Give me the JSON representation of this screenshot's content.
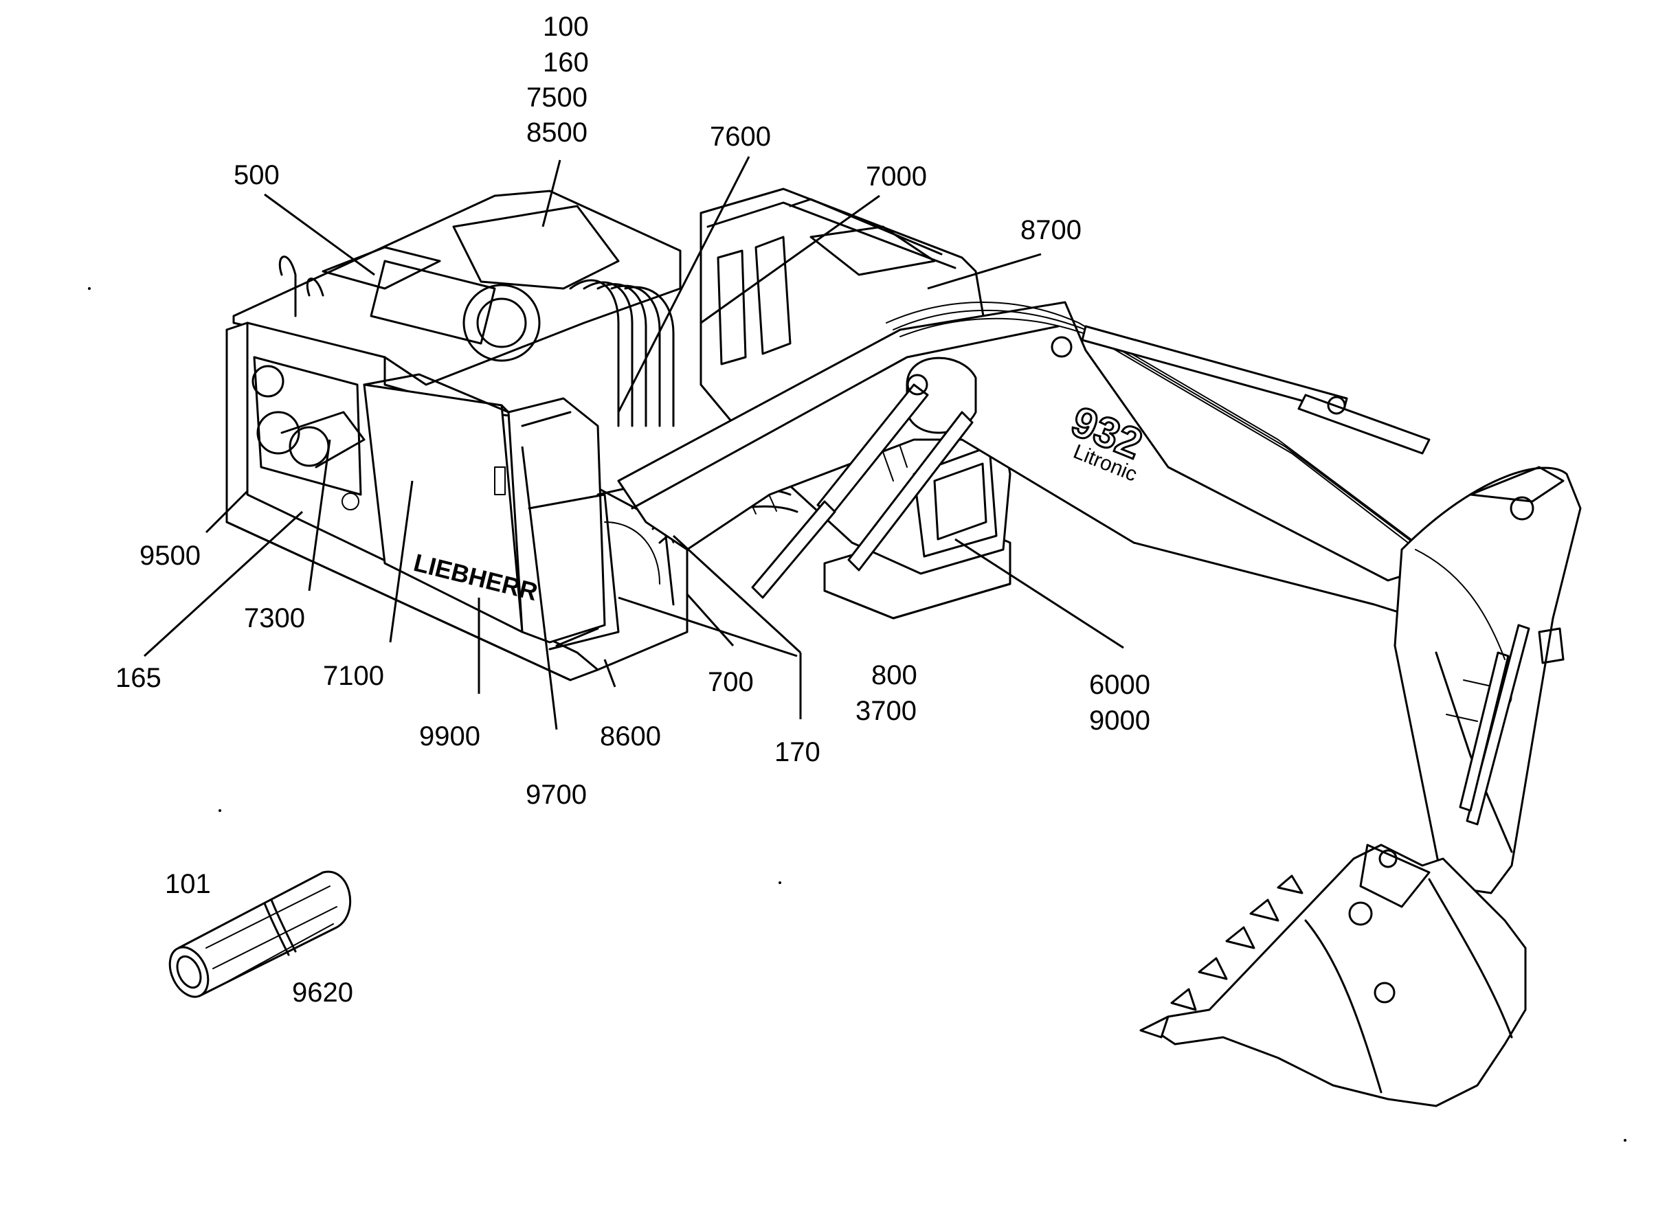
{
  "diagram": {
    "brand_decal": "LIEBHERR",
    "model_badge": "932",
    "model_subtitle": "Litronic",
    "callouts": {
      "c100": "100",
      "c160": "160",
      "c7500": "7500",
      "c8500": "8500",
      "c500": "500",
      "c7600": "7600",
      "c7000": "7000",
      "c8700": "8700",
      "c9500": "9500",
      "c7300": "7300",
      "c165": "165",
      "c7100": "7100",
      "c9900": "9900",
      "c8600": "8600",
      "c700": "700",
      "c800": "800",
      "c3700": "3700",
      "c6000": "6000",
      "c9000": "9000",
      "c170": "170",
      "c9700": "9700",
      "c101": "101",
      "c9620": "9620"
    }
  }
}
